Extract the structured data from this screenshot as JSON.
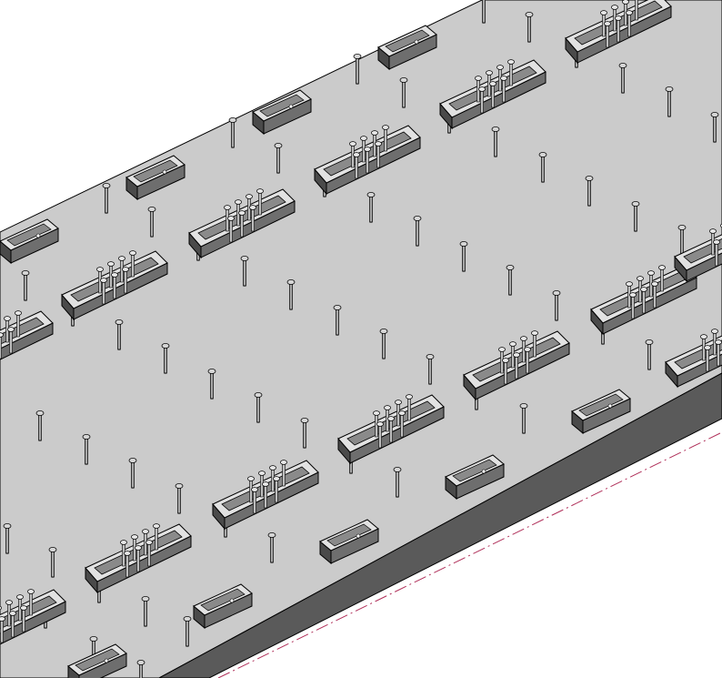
{
  "viewport": {
    "background": "#ffffff",
    "view_mode": "isometric-shaded-with-edges"
  },
  "model": {
    "description_visible": "",
    "colors": {
      "plate_top": "#cbcbcb",
      "plate_side": "#5a5a5a",
      "edge": "#000000",
      "pin": "#a8a8a8",
      "box_top": "#e2e2e2",
      "box_side": "#6e6e6e",
      "box_inner": "#8a8a8a",
      "seam": "#b0305a"
    },
    "rows_of_connectors": 6,
    "standoff_pins": "grid",
    "edge_brackets": 12
  }
}
